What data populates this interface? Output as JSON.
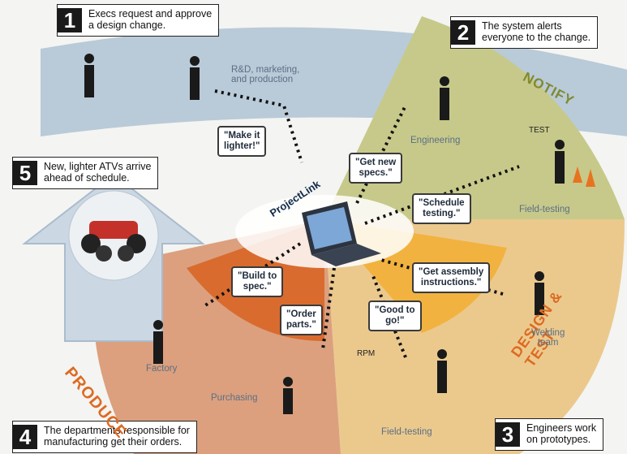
{
  "steps": [
    {
      "number": "1",
      "text": "Execs request and approve\na design change."
    },
    {
      "number": "2",
      "text": "The system alerts\neveryone to the change."
    },
    {
      "number": "3",
      "text": "Engineers work\non prototypes."
    },
    {
      "number": "4",
      "text": "The departments responsible for\nmanufacturing get their orders."
    },
    {
      "number": "5",
      "text": "New, lighter ATVs arrive\nahead of schedule."
    }
  ],
  "center": {
    "label": "ProjectLink"
  },
  "segments": {
    "notify": "NOTIFY",
    "design_test": "DESIGN & TEST",
    "produce": "PRODUCE"
  },
  "locations": {
    "rnd": "R&D, marketing,\nand production",
    "engineering": "Engineering",
    "field_testing_top": "Field-testing",
    "welding": "Welding\nteam",
    "field_testing_bottom": "Field-testing",
    "factory": "Factory",
    "purchasing": "Purchasing"
  },
  "messages": {
    "make_lighter": "\"Make it\nlighter!\"",
    "get_specs": "\"Get new\nspecs.\"",
    "schedule_testing": "\"Schedule\ntesting.\"",
    "assembly": "\"Get assembly\ninstructions.\"",
    "good_to_go": "\"Good to\ngo!\"",
    "order_parts": "\"Order\nparts.\"",
    "build_spec": "\"Build to\nspec.\""
  },
  "screen_readouts": {
    "test_screen": "TEST",
    "rpm_panel": "RPM"
  },
  "colors": {
    "top_band": "#b9cad8",
    "notify": "#c7c98a",
    "design_test": "#ebc98d",
    "design_inner": "#f2b23f",
    "produce": "#dca07e",
    "produce_inner": "#d96b2f",
    "arrow": "#cbd7e3",
    "segment_text": "#dd6a22",
    "notify_text": "#7f8a2e"
  }
}
